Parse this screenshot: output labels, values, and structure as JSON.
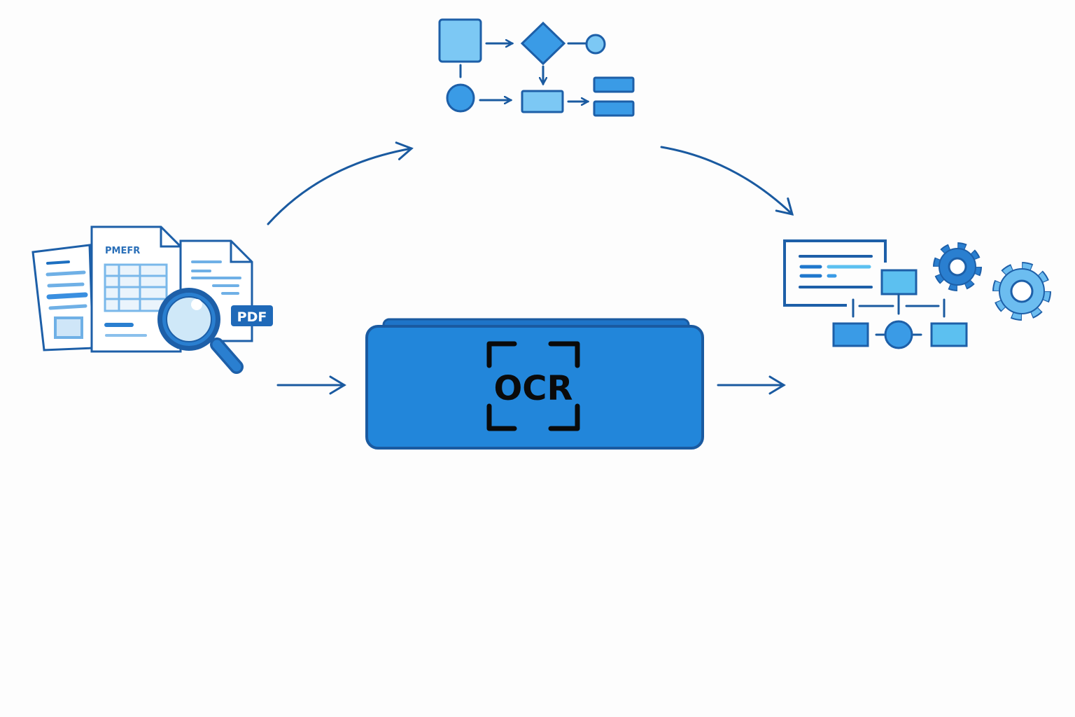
{
  "documents": {
    "header_text": "PMEFR",
    "badge": "PDF"
  },
  "ocr_box": {
    "label": "OCR"
  },
  "colors": {
    "primary": "#2286da",
    "dark": "#1a5aa0",
    "light": "#7cc8f4",
    "mid": "#3a9be6"
  }
}
